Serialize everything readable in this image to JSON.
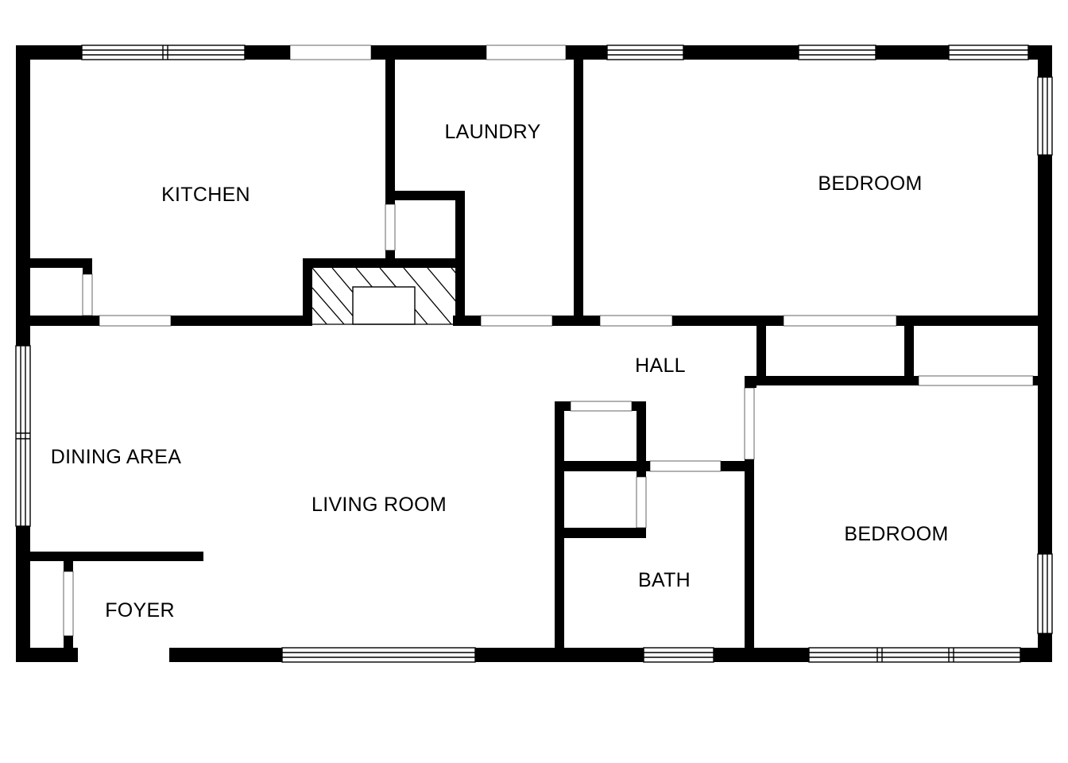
{
  "floor_plan": {
    "colors": {
      "wall": "#000000",
      "background": "#ffffff",
      "window_frame": "#000000",
      "opening": "#ffffff",
      "hatch": "#000000"
    },
    "rooms": [
      {
        "id": "kitchen",
        "label": "KITCHEN"
      },
      {
        "id": "laundry",
        "label": "LAUNDRY"
      },
      {
        "id": "bedroom-1",
        "label": "BEDROOM"
      },
      {
        "id": "hall",
        "label": "HALL"
      },
      {
        "id": "dining-area",
        "label": "DINING AREA"
      },
      {
        "id": "living-room",
        "label": "LIVING ROOM"
      },
      {
        "id": "bath",
        "label": "BATH"
      },
      {
        "id": "bedroom-2",
        "label": "BEDROOM"
      },
      {
        "id": "foyer",
        "label": "FOYER"
      }
    ]
  }
}
